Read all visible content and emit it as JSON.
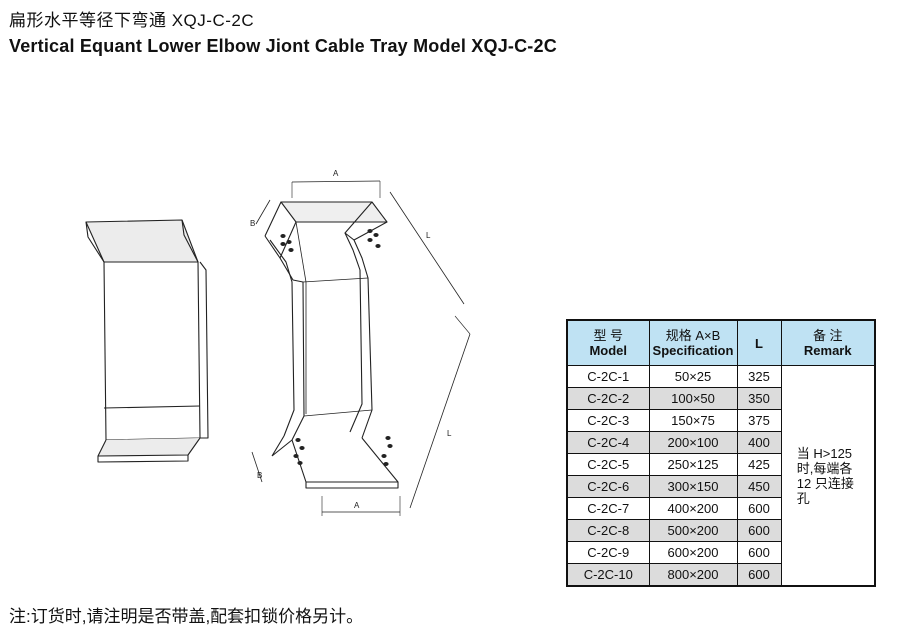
{
  "header": {
    "title_cn": "扁形水平等径下弯通 XQJ-C-2C",
    "title_en": "Vertical Equant Lower Elbow Jiont Cable Tray Model XQJ-C-2C"
  },
  "drawing": {
    "dim_a_top": "A",
    "dim_b_top": "B",
    "dim_l_top": "L",
    "dim_l_bottom": "L",
    "dim_b_bottom": "B",
    "dim_a_bottom": "A"
  },
  "table": {
    "headers": {
      "model_cn": "型 号",
      "model_en": "Model",
      "spec_cn": "规格 A×B",
      "spec_en": "Specification",
      "length": "L",
      "remark_cn": "备 注",
      "remark_en": "Remark"
    },
    "rows": [
      {
        "model": "C-2C-1",
        "spec": "50×25",
        "length": "325"
      },
      {
        "model": "C-2C-2",
        "spec": "100×50",
        "length": "350"
      },
      {
        "model": "C-2C-3",
        "spec": "150×75",
        "length": "375"
      },
      {
        "model": "C-2C-4",
        "spec": "200×100",
        "length": "400"
      },
      {
        "model": "C-2C-5",
        "spec": "250×125",
        "length": "425"
      },
      {
        "model": "C-2C-6",
        "spec": "300×150",
        "length": "450"
      },
      {
        "model": "C-2C-7",
        "spec": "400×200",
        "length": "600"
      },
      {
        "model": "C-2C-8",
        "spec": "500×200",
        "length": "600"
      },
      {
        "model": "C-2C-9",
        "spec": "600×200",
        "length": "600"
      },
      {
        "model": "C-2C-10",
        "spec": "800×200",
        "length": "600"
      }
    ],
    "remark_text": "当 H>125 时,每端各 12 只连接孔"
  },
  "footer": {
    "note": "注:订货时,请注明是否带盖,配套扣锁价格另计。"
  }
}
